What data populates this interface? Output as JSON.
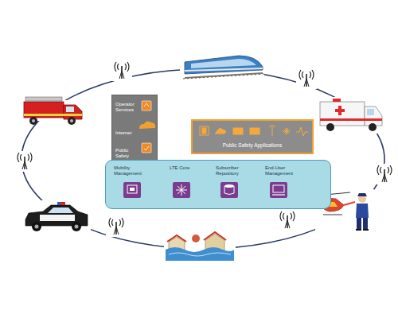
{
  "diagram": {
    "nodes": [
      {
        "text": [
          "Operator Services",
          "Internet",
          "Public Safety Services"
        ]
      },
      {
        "text": [
          "Public Safety Applications"
        ]
      },
      {
        "text": [
          "Mobility Management",
          "LTE Core",
          "Subscriber Repository",
          "End-User Management"
        ]
      }
    ]
  }
}
